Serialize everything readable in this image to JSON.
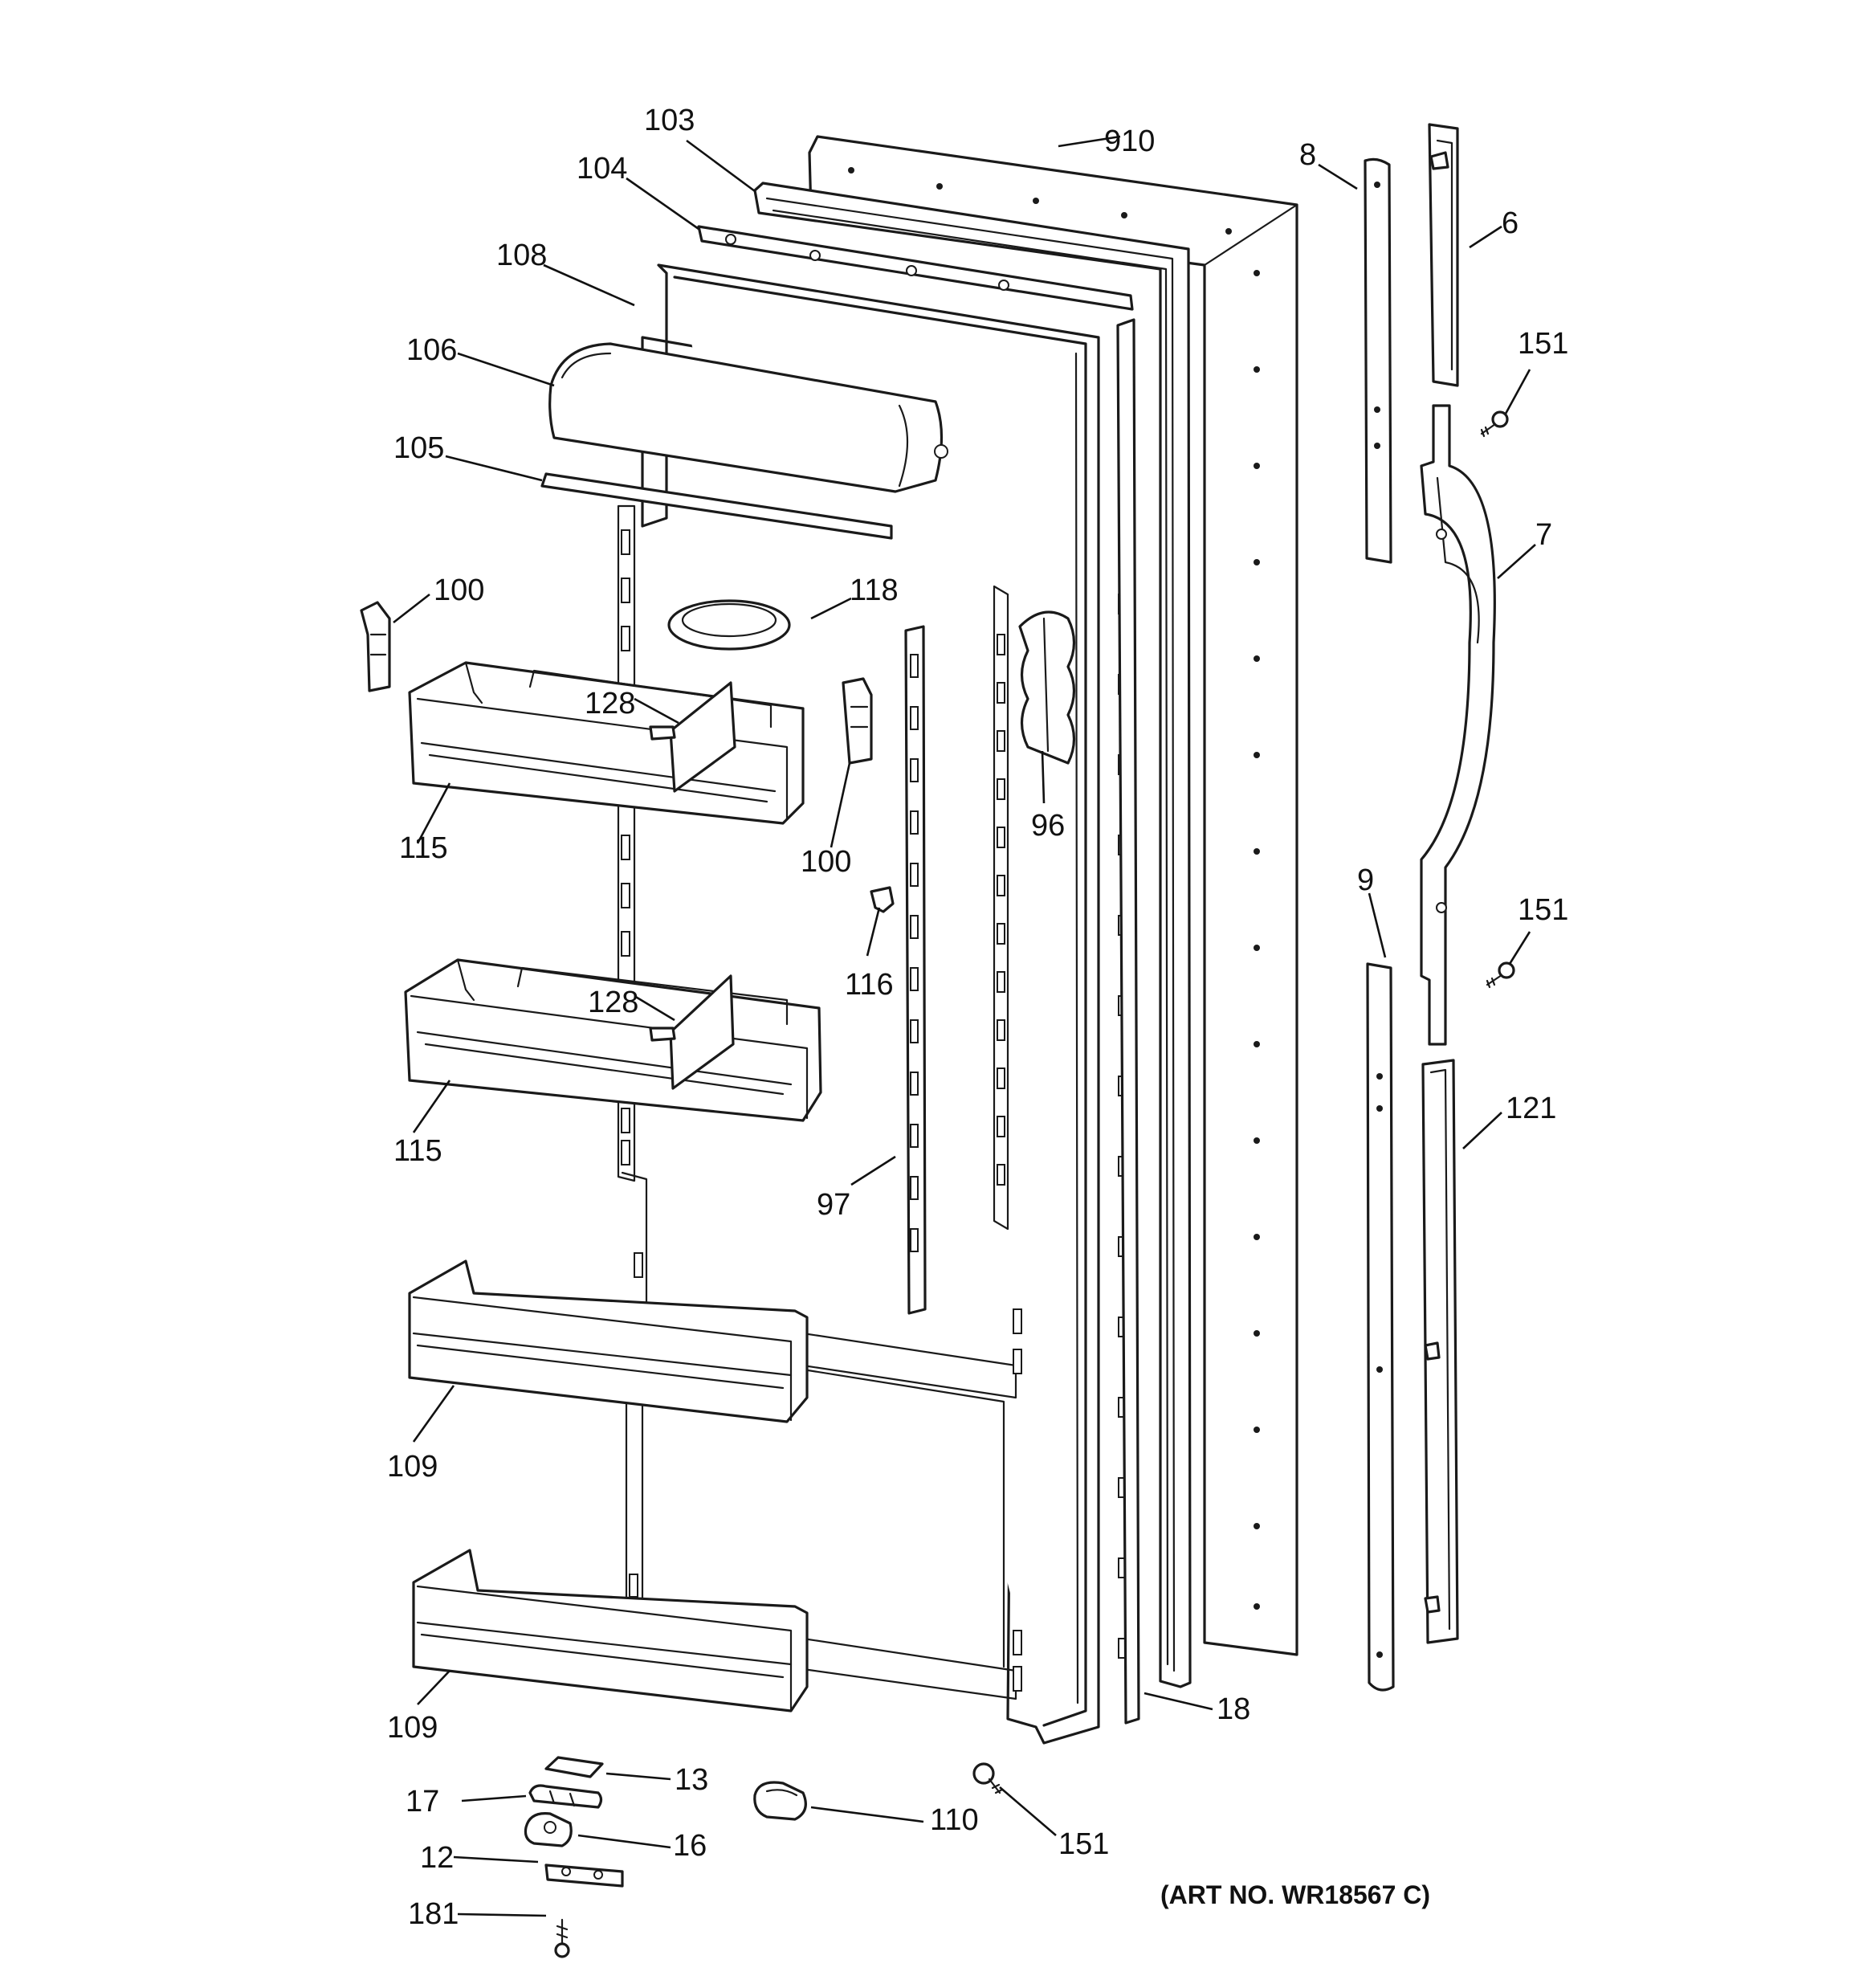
{
  "caption": "(ART NO. WR18567 C)",
  "callouts": {
    "c103": "103",
    "c910": "910",
    "c104": "104",
    "c108": "108",
    "c106": "106",
    "c105": "105",
    "c100a": "100",
    "c118": "118",
    "c128a": "128",
    "c115a": "115",
    "c100b": "100",
    "c96": "96",
    "c116": "116",
    "c128b": "128",
    "c115b": "115",
    "c97": "97",
    "c109a": "109",
    "c109b": "109",
    "c8": "8",
    "c6": "6",
    "c151a": "151",
    "c7": "7",
    "c9": "9",
    "c151b": "151",
    "c121": "121",
    "c18": "18",
    "c13": "13",
    "c17": "17",
    "c16": "16",
    "c12": "12",
    "c181": "181",
    "c110": "110",
    "c151c": "151"
  }
}
